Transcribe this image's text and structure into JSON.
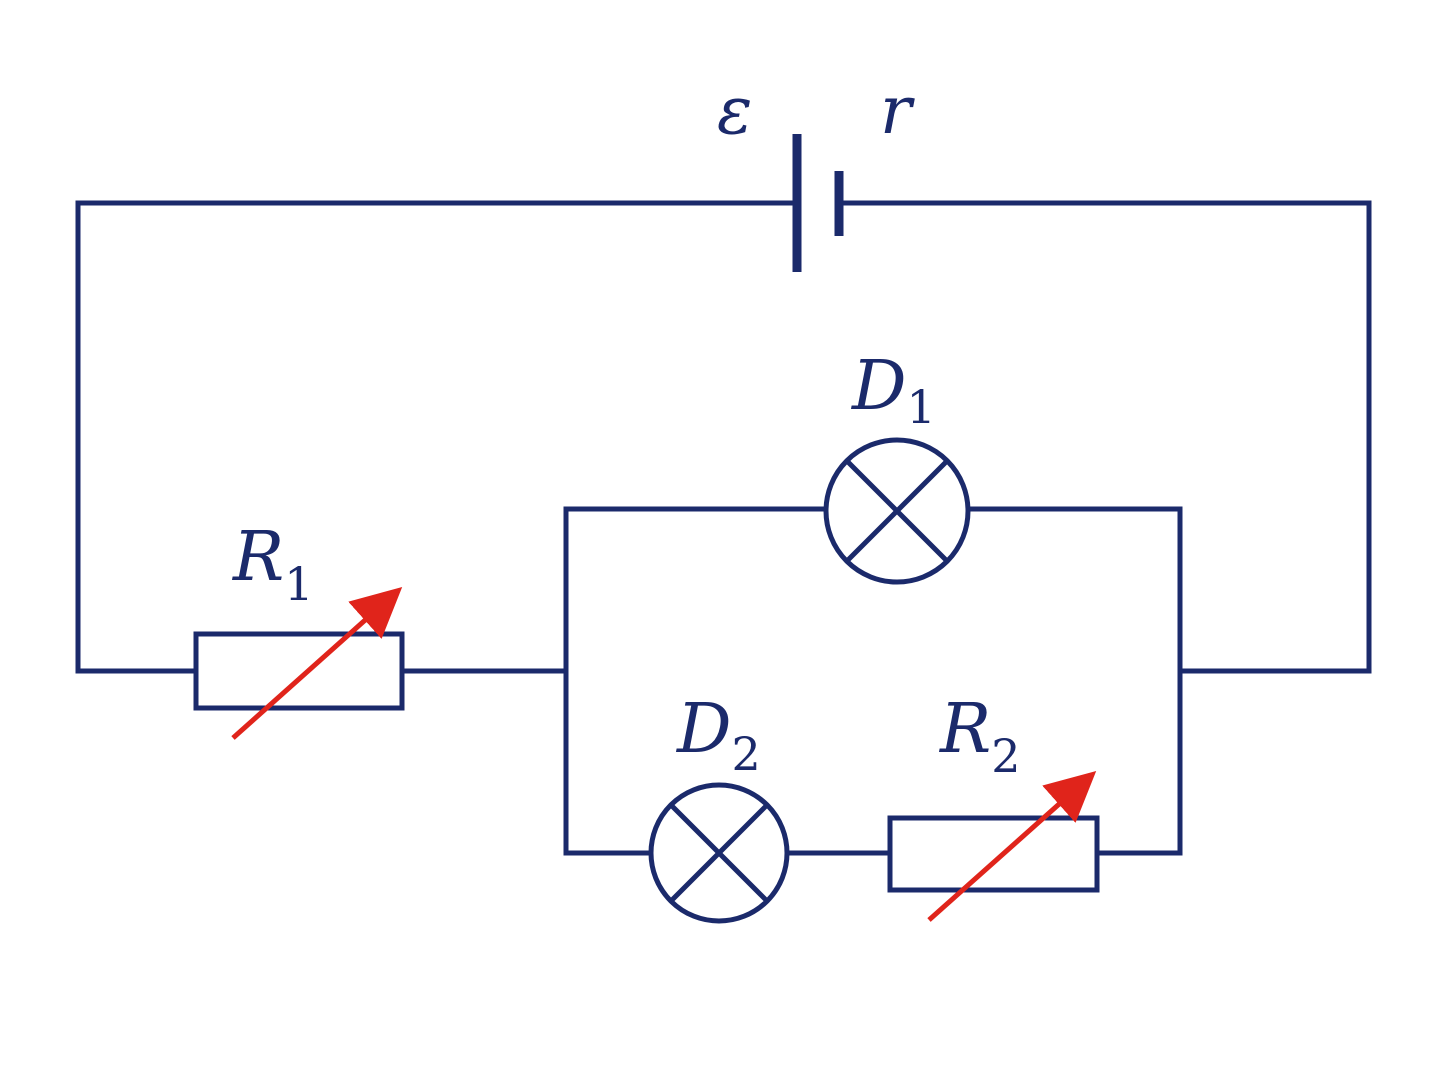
{
  "colors": {
    "wire": "#1b2a6b",
    "arrow": "#e0241b",
    "background": "#ffffff"
  },
  "battery": {
    "emf_symbol": "ε",
    "internal_resistance_symbol": "r"
  },
  "resistor_1": {
    "symbol": "R",
    "index": "1"
  },
  "resistor_2": {
    "symbol": "R",
    "index": "2"
  },
  "lamp_1": {
    "symbol": "D",
    "index": "1"
  },
  "lamp_2": {
    "symbol": "D",
    "index": "2"
  }
}
